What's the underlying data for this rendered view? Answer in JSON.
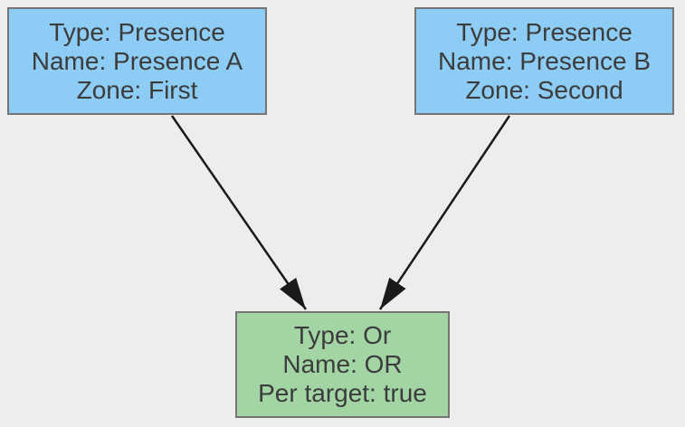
{
  "diagram": {
    "background_color": "#ededed",
    "node_border_color": "#757575",
    "text_color": "#3c3c3c",
    "edge_color": "#1a1a1a",
    "nodes": [
      {
        "id": "presence-a",
        "fill": "#8dccf4",
        "lines": [
          "Type: Presence",
          "Name: Presence A",
          "Zone: First"
        ]
      },
      {
        "id": "presence-b",
        "fill": "#8dccf4",
        "lines": [
          "Type: Presence",
          "Name: Presence B",
          "Zone: Second"
        ]
      },
      {
        "id": "or",
        "fill": "#a2d4a4",
        "lines": [
          "Type: Or",
          "Name: OR",
          "Per target: true"
        ]
      }
    ],
    "edges": [
      {
        "from": "presence-a",
        "to": "or"
      },
      {
        "from": "presence-b",
        "to": "or"
      }
    ]
  }
}
